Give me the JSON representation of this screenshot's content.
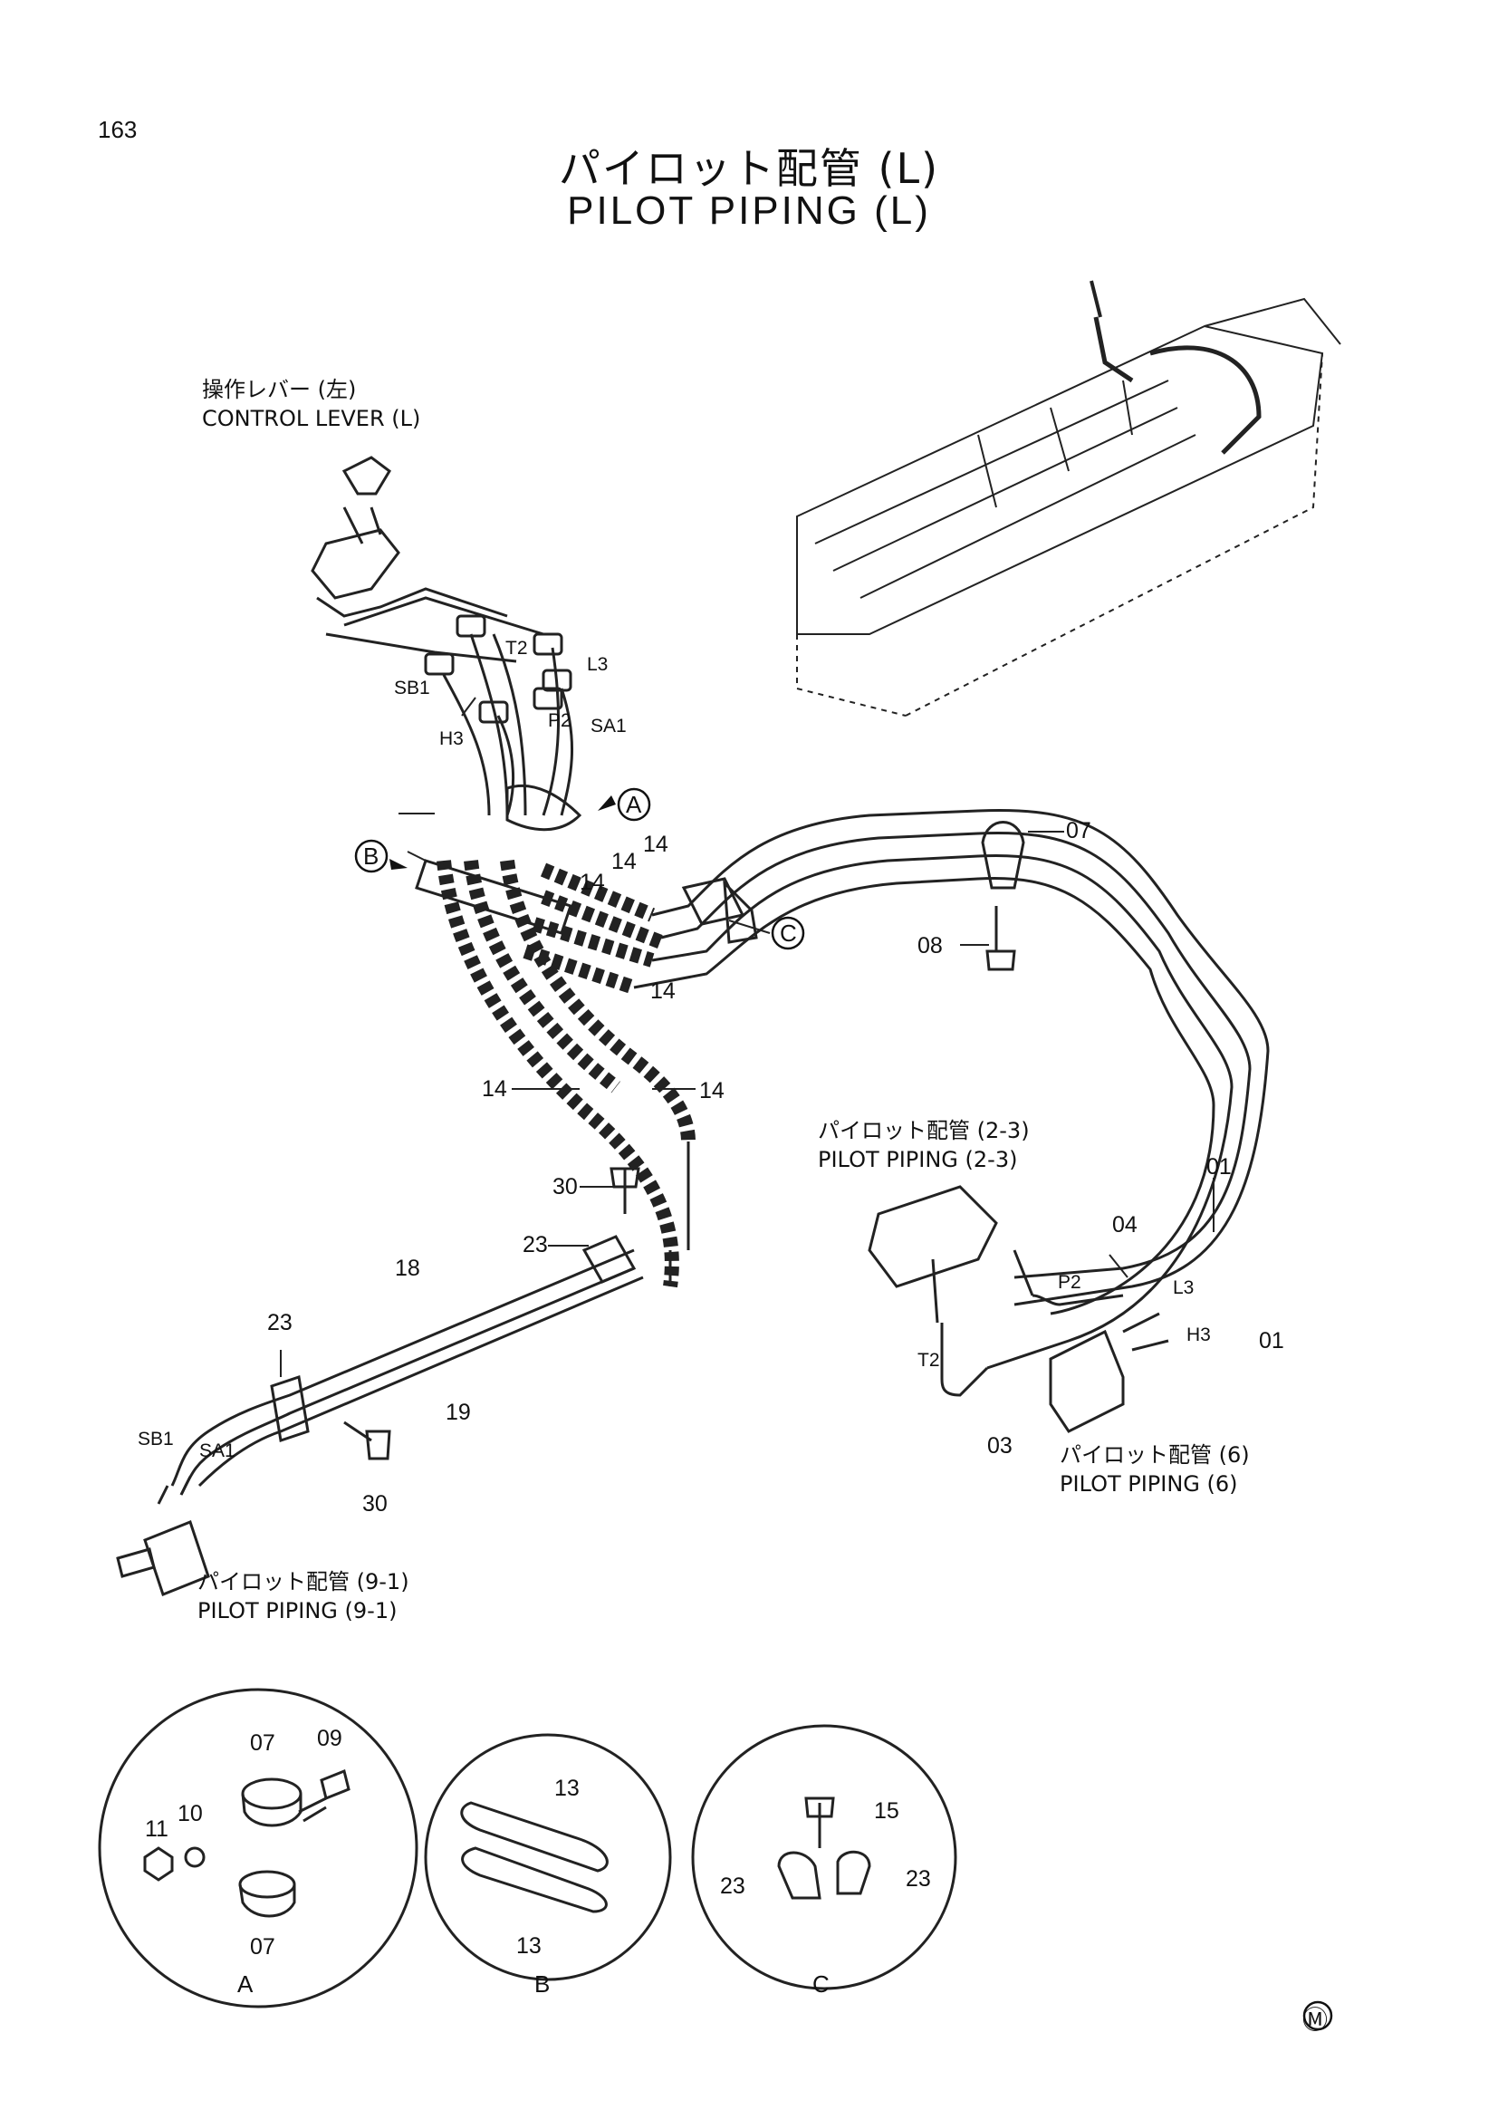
{
  "page": {
    "number": "163",
    "title_jp": "パイロット配管 (L)",
    "title_en": "PILOT PIPING (L)",
    "mark": "Ⓜ"
  },
  "labels": {
    "control_lever_jp": "操作レバー (左)",
    "control_lever_en": "CONTROL LEVER (L)",
    "pp23_jp": "パイロット配管 (2-3)",
    "pp23_en": "PILOT PIPING (2-3)",
    "pp6_jp": "パイロット配管 (6)",
    "pp6_en": "PILOT PIPING (6)",
    "pp91_jp": "パイロット配管 (9-1)",
    "pp91_en": "PILOT PIPING (9-1)"
  },
  "ports": {
    "t2": "T2",
    "l3": "L3",
    "sb1": "SB1",
    "p2": "P2",
    "sa1": "SA1",
    "h3": "H3"
  },
  "callouts": {
    "p07": "07",
    "p08": "08",
    "p14": "14",
    "p30": "30",
    "p23": "23",
    "p18": "18",
    "p19": "19",
    "p01": "01",
    "p04": "04",
    "p03": "03",
    "p09": "09",
    "p10": "10",
    "p11": "11",
    "p13": "13",
    "p15": "15"
  },
  "details": {
    "a": "A",
    "b": "B",
    "c": "C"
  }
}
